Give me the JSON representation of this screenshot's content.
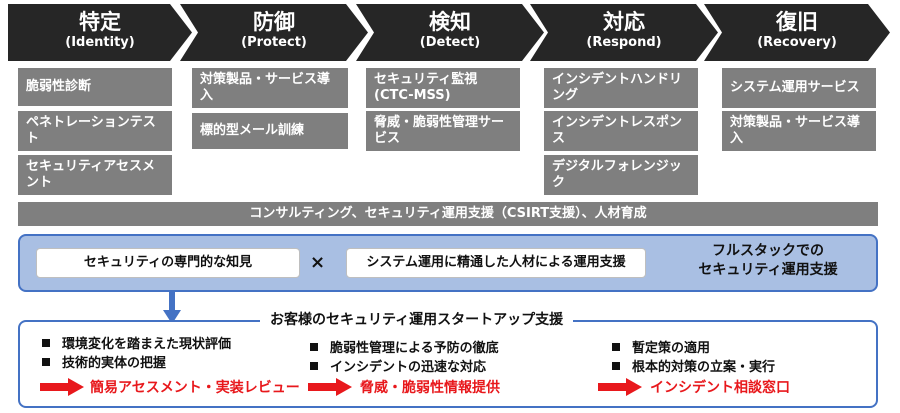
{
  "phases": [
    {
      "title": "特定",
      "subtitle": "(Identity)"
    },
    {
      "title": "防御",
      "subtitle": "(Protect)"
    },
    {
      "title": "検知",
      "subtitle": "(Detect)"
    },
    {
      "title": "対応",
      "subtitle": "(Respond)"
    },
    {
      "title": "復旧",
      "subtitle": "(Recovery)"
    }
  ],
  "services": {
    "identity": [
      "脆弱性診断",
      "ペネトレーションテスト",
      "セキュリティアセスメント"
    ],
    "protect": [
      "対策製品・サービス導入",
      "標的型メール訓練"
    ],
    "detect": [
      "セキュリティ監視(CTC-MSS)",
      "脅威・脆弱性管理サービス"
    ],
    "respond": [
      "インシデントハンドリング",
      "インシデントレスポンス",
      "デジタルフォレンジック"
    ],
    "recovery": [
      "システム運用サービス",
      "対策製品・サービス導入"
    ]
  },
  "band": "コンサルティング、セキュリティ運用支援（CSIRT支援）、人材育成",
  "strengths": {
    "left": "セキュリティの専門的な知見",
    "times": "×",
    "right": "システム運用に精通した人材による運用支援",
    "result_line1": "フルスタックでの",
    "result_line2": "セキュリティ運用支援"
  },
  "startup": {
    "title": "お客様のセキュリティ運用スタートアップ支援",
    "col1": {
      "bullets": [
        "環境変化を踏まえた現状評価",
        "技術的実体の把握"
      ],
      "offer": "簡易アセスメント・実装レビュー"
    },
    "col2": {
      "bullets": [
        "脆弱性管理による予防の徹底",
        "インシデントの迅速な対応"
      ],
      "offer": "脅威・脆弱性情報提供"
    },
    "col3": {
      "bullets": [
        "暫定策の適用",
        "根本的対策の立案・実行"
      ],
      "offer": "インシデント相談窓口"
    }
  },
  "colors": {
    "chevron": "#262626",
    "box": "#7f7f7f",
    "blue_fill": "#a9bfe3",
    "blue_border": "#4472c4",
    "arrow_red": "#e8181c"
  }
}
